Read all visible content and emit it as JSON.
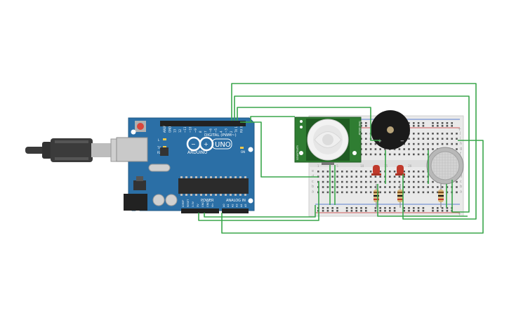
{
  "arduino": {
    "brand": "ARDUINO",
    "model": "UNO",
    "digital_label": "DIGITAL (PWM~)",
    "analog_label": "ANALOG IN",
    "power_label": "POWER",
    "on_label": "ON",
    "led_l": "L",
    "led_tx": "TX",
    "led_rx": "RX",
    "digital_pins": [
      "AREF",
      "GND",
      "13",
      "12",
      "~11",
      "~10",
      "~9",
      "8",
      "7",
      "~6",
      "~5",
      "4",
      "~3",
      "2",
      "TX 1",
      "RX 0"
    ],
    "power_pins": [
      "IOREF",
      "RESET",
      "3.3V",
      "5V",
      "GND",
      "GND",
      "Vin"
    ],
    "analog_pins": [
      "A0",
      "A1",
      "A2",
      "A3",
      "A4",
      "A5"
    ]
  },
  "pir_sensor": {
    "left_label": "SENSITIVITY",
    "right_label": "TIME DELAY"
  },
  "breadboard": {
    "row_letters_top": [
      "j",
      "i",
      "h",
      "g",
      "f"
    ],
    "row_letters_bottom": [
      "e",
      "d",
      "c",
      "b",
      "a"
    ],
    "plus_sign": "+",
    "minus_sign": "−",
    "column_numbers": [
      "1",
      "5",
      "10",
      "15",
      "20",
      "25",
      "30"
    ]
  },
  "buzzer": {
    "plus": "+",
    "minus": "−"
  },
  "colors": {
    "arduino_board": "#2b6fa6",
    "wire": "#3aa64b",
    "pir_board": "#2f7d32",
    "led": "#c0392b",
    "breadboard": "#e9e9e9",
    "usb_cable": "#3a3a3a"
  }
}
